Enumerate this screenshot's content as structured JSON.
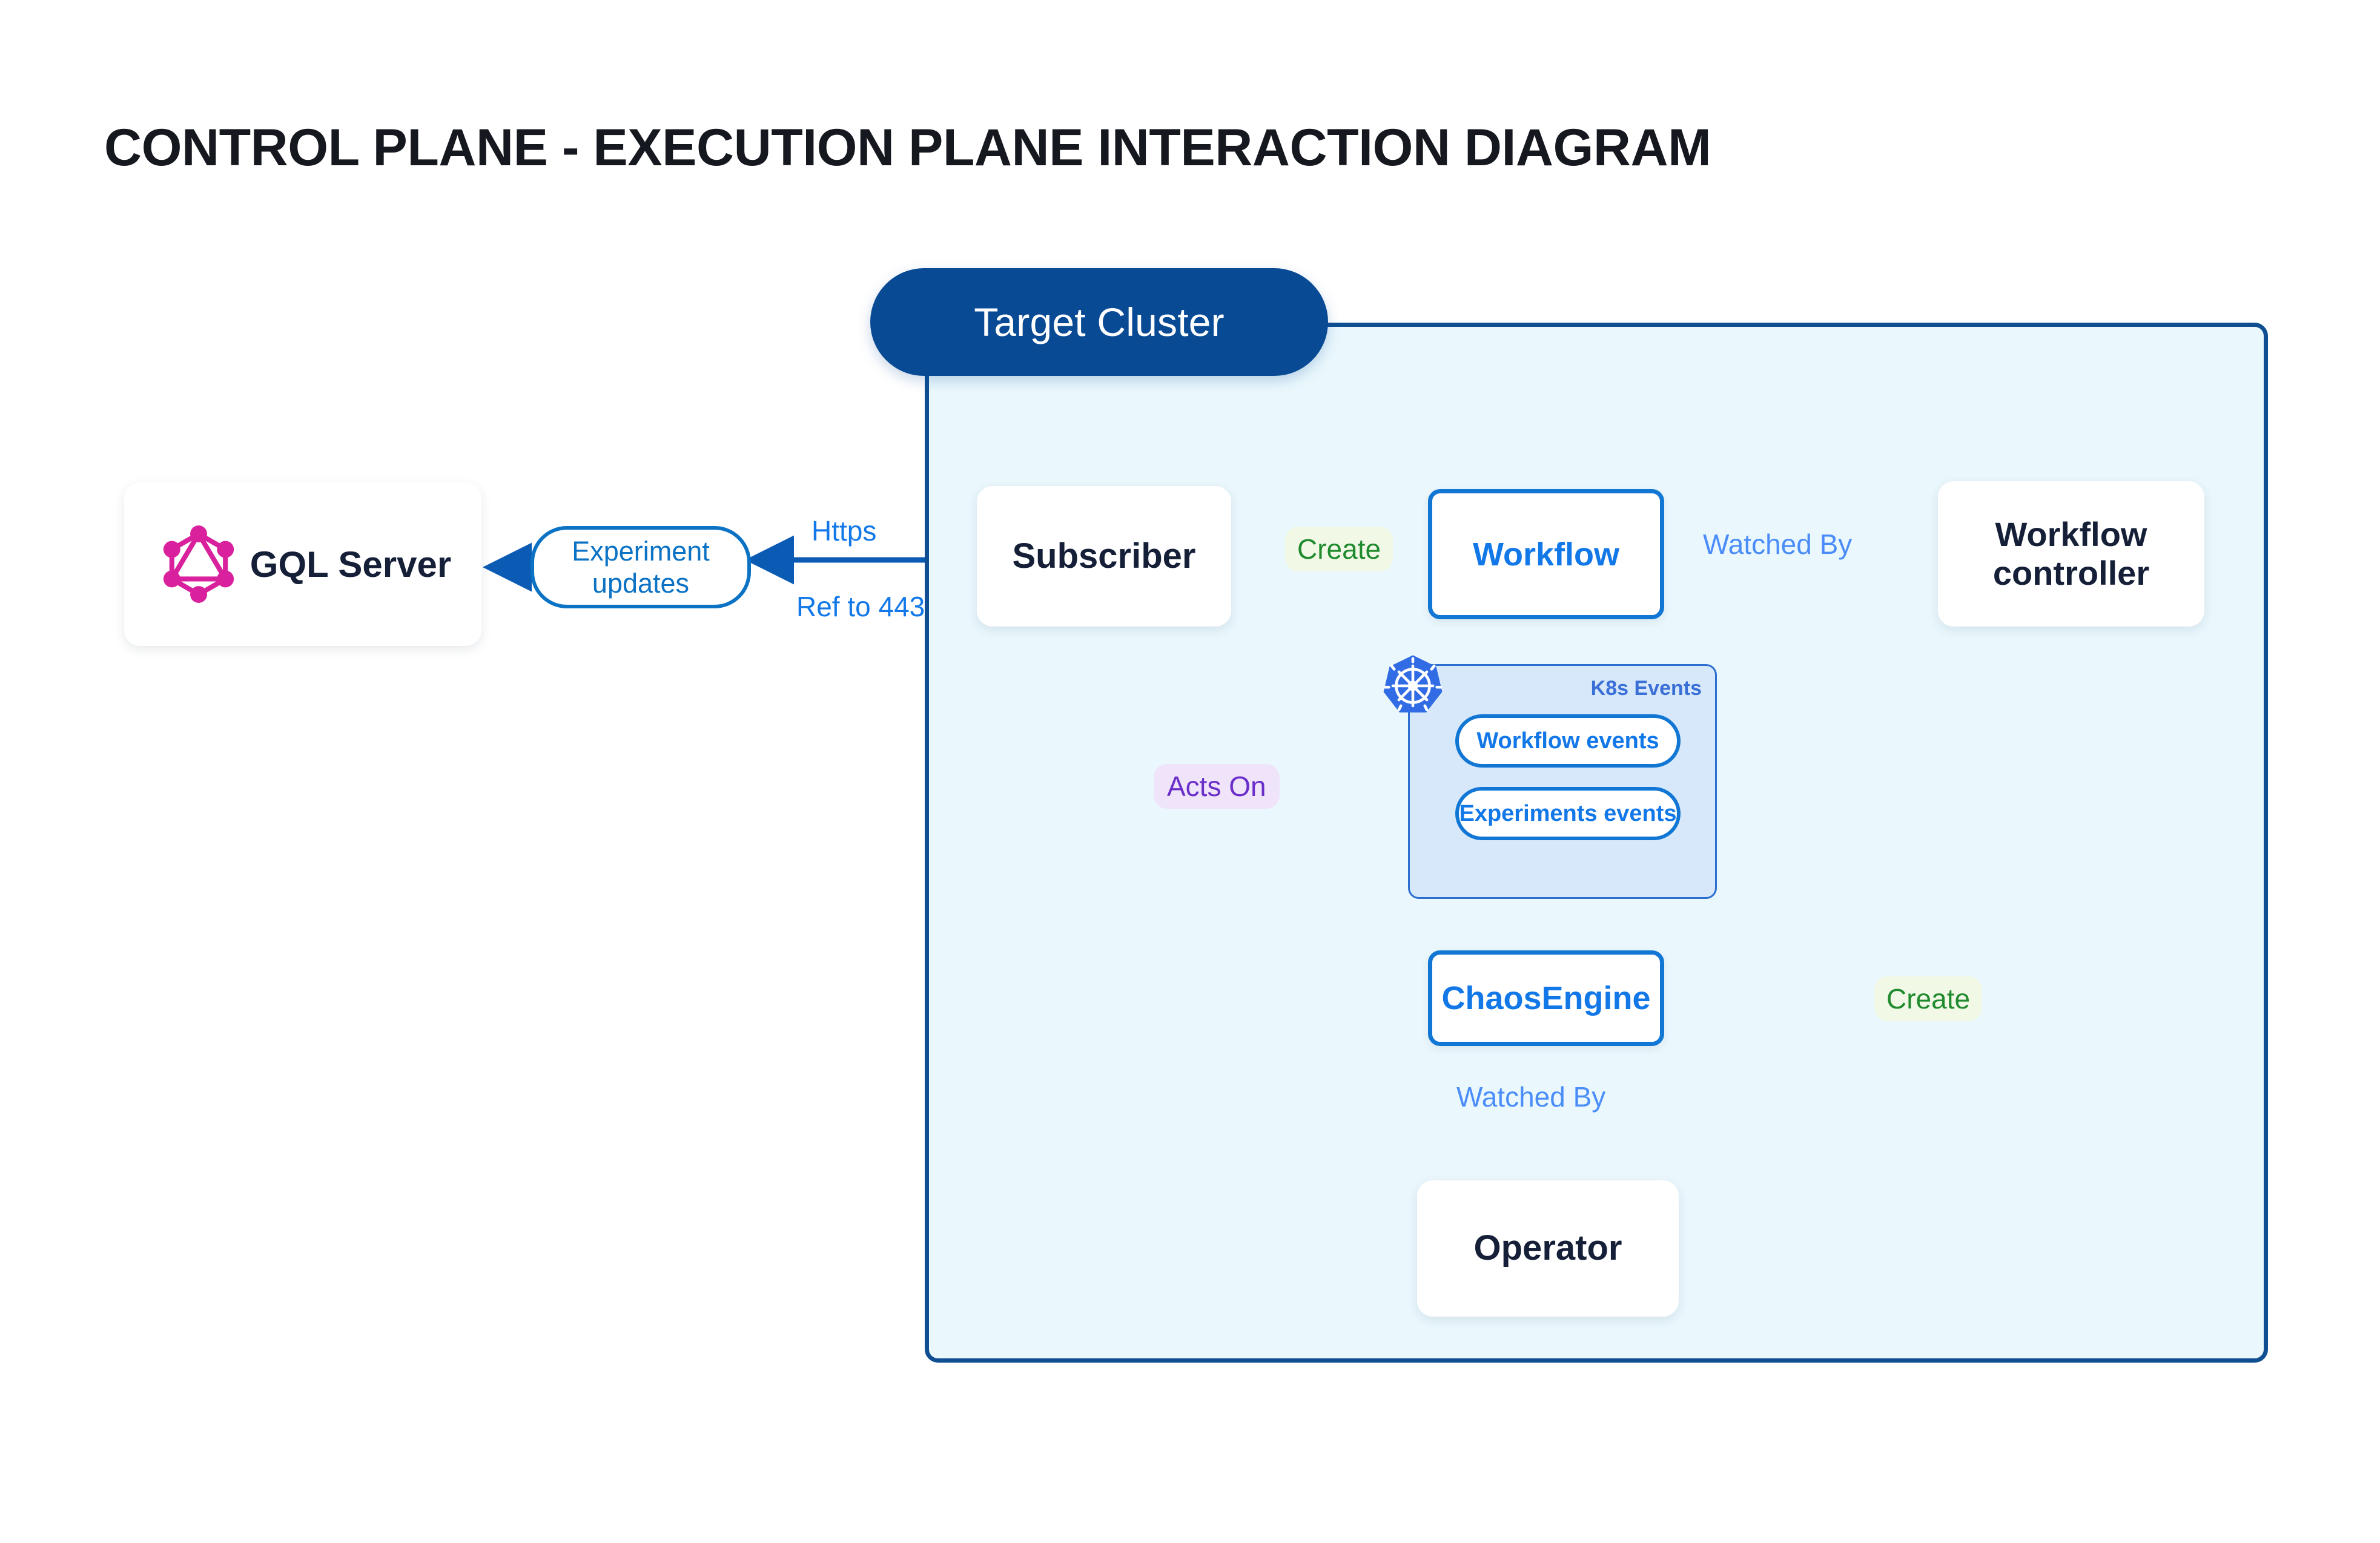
{
  "page": {
    "title": "CONTROL PLANE - EXECUTION PLANE INTERACTION DIAGRAM",
    "background": "#ffffff"
  },
  "cluster": {
    "pill_label": "Target Cluster",
    "pill_color": "#094a94",
    "panel_fill": "#eaf8fd",
    "panel_border": "#0e4e91"
  },
  "nodes": {
    "gql_server": {
      "label": "GQL Server",
      "icon": "graphql-icon",
      "icon_color": "#e10098"
    },
    "subscriber": {
      "label": "Subscriber"
    },
    "workflow": {
      "label": "Workflow",
      "color": "#1278e8"
    },
    "workflow_controller": {
      "label": "Workflow controller"
    },
    "chaosengine": {
      "label": "ChaosEngine",
      "color": "#1278e8"
    },
    "operator": {
      "label": "Operator"
    }
  },
  "k8s_events": {
    "title": "K8s Events",
    "title_color": "#3a6fd8",
    "icon": "kubernetes-icon",
    "icon_color": "#326ce5",
    "panel_fill": "#d6e8f9",
    "panel_border": "#2d6fd1",
    "items": [
      {
        "label": "Workflow events"
      },
      {
        "label": "Experiments events"
      }
    ]
  },
  "edges": [
    {
      "id": "experiment-updates",
      "label": "Experiment updates",
      "label_line1": "Experiment",
      "label_line2": "updates",
      "from": "cluster-boundary",
      "to": "gql_server",
      "color": "#0b72c4",
      "style": "pill"
    },
    {
      "id": "https",
      "label": "Https",
      "from": "subscriber",
      "to": "cluster-boundary",
      "color": "#1278e8",
      "style": "plain"
    },
    {
      "id": "ref-to-443",
      "label": "Ref to 443",
      "from": "subscriber",
      "to": "cluster-boundary",
      "color": "#1278e8",
      "style": "plain"
    },
    {
      "id": "create-workflow",
      "label": "Create",
      "from": "subscriber",
      "to": "workflow",
      "color": "#1f8a2e",
      "style": "chip-green"
    },
    {
      "id": "watched-by-controller",
      "label": "Watched By",
      "from": "workflow",
      "to": "workflow_controller",
      "color": "#4b8df8",
      "style": "plain"
    },
    {
      "id": "acts-on",
      "label": "Acts On",
      "from": "subscriber",
      "to": "k8s_events",
      "color": "#6b2fc9",
      "style": "chip-purple"
    },
    {
      "id": "create-chaosengine",
      "label": "Create",
      "from": "workflow_controller",
      "to": "chaosengine",
      "color": "#1f8a2e",
      "style": "chip-green"
    },
    {
      "id": "watched-by-operator",
      "label": "Watched By",
      "from": "chaosengine",
      "to": "operator",
      "color": "#4b8df8",
      "style": "plain"
    },
    {
      "id": "workflow-events-link",
      "label": "",
      "from": "workflow",
      "to": "workflow_events",
      "color": "#4a5263",
      "style": "bidirectional"
    },
    {
      "id": "experiments-events-link",
      "label": "",
      "from": "experiments_events",
      "to": "chaosengine",
      "color": "#4a5263",
      "style": "bidirectional"
    }
  ]
}
